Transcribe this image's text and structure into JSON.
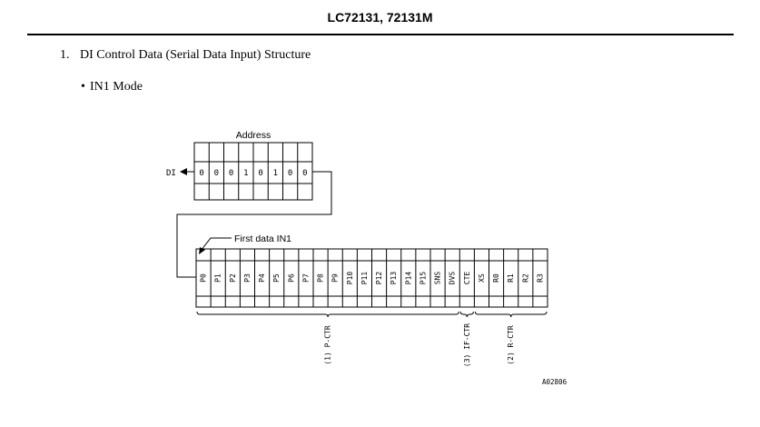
{
  "header": {
    "title": "LC72131, 72131M"
  },
  "section": {
    "number": "1.",
    "title": "DI Control Data (Serial Data Input) Structure"
  },
  "mode": {
    "bullet": "•",
    "label": "IN1 Mode"
  },
  "diagram": {
    "address_label": "Address",
    "di_label": "DI",
    "address_bits": [
      "0",
      "0",
      "0",
      "1",
      "0",
      "1",
      "0",
      "0"
    ],
    "first_data_label": "First data IN1",
    "data_bits": [
      "P0",
      "P1",
      "P2",
      "P3",
      "P4",
      "P5",
      "P6",
      "P7",
      "P8",
      "P9",
      "P10",
      "P11",
      "P12",
      "P13",
      "P14",
      "P15",
      "SNS",
      "DVS",
      "CTE",
      "XS",
      "R0",
      "R1",
      "R2",
      "R3"
    ],
    "groups": [
      {
        "label": "(1) P-CTR"
      },
      {
        "label": "(3) IF-CTR"
      },
      {
        "label": "(2) R-CTR"
      }
    ],
    "figure_code": "A02806"
  }
}
